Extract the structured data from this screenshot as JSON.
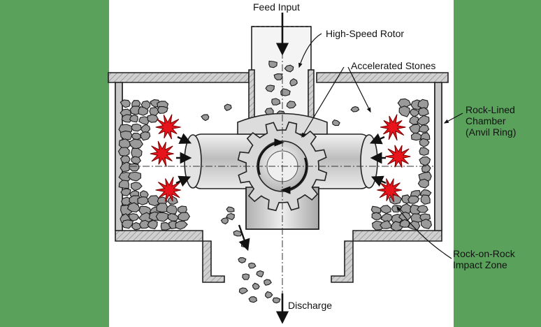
{
  "diagram": {
    "labels": {
      "feed_input": "Feed Input",
      "high_speed_rotor": "High-Speed Rotor",
      "accelerated_stones": "Accelerated Stones",
      "rock_lined_chamber": [
        "Rock-Lined",
        "Chamber",
        "(Anvil Ring)"
      ],
      "rock_on_rock_impact_zone": [
        "Rock-on-Rock",
        "Impact Zone"
      ],
      "discharge": "Discharge"
    },
    "colors": {
      "side_bands": "#5aa25c",
      "canvas": "#ffffff",
      "steel_wall": "#c9c9c9",
      "rotor_body": "#d4d4d4",
      "stone_fill": "#9a9a9a",
      "impact_burst": "#e8141c"
    }
  }
}
